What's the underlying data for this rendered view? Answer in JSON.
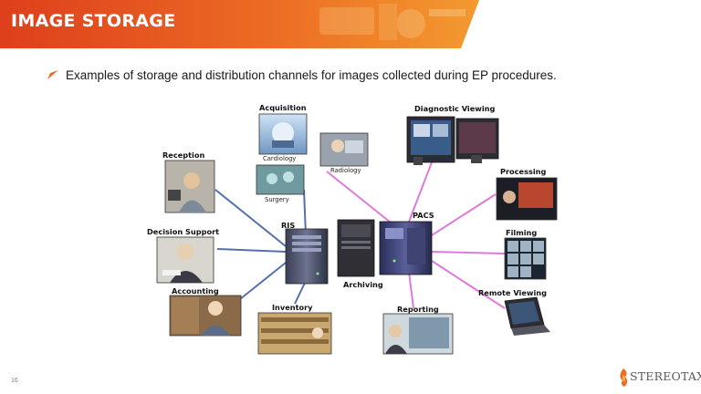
{
  "header": {
    "title": "IMAGE STORAGE",
    "colors": {
      "banner_start": "#e0421e",
      "banner_end": "#f2932d"
    }
  },
  "content": {
    "bullet_icon": "orange-arrow-bullet-icon",
    "bullet_text": "Examples of storage and distribution channels for images collected during EP procedures."
  },
  "diagram": {
    "servers": {
      "ris": "RIS",
      "archiving": "Archiving",
      "pacs": "PACS"
    },
    "ris_channels": {
      "reception": "Reception",
      "decision_support": "Decision Support",
      "accounting": "Accounting",
      "inventory": "Inventory"
    },
    "acquisition": {
      "title": "Acquisition",
      "cardiology": "Cardiology",
      "radiology": "Radiology",
      "surgery": "Surgery"
    },
    "pacs_channels": {
      "diagnostic_viewing": "Diagnostic Viewing",
      "processing": "Processing",
      "filming": "Filming",
      "remote_viewing": "Remote Viewing",
      "reporting": "Reporting"
    },
    "link_colors": {
      "ris": "#5470ad",
      "pacs": "#e07ad9"
    }
  },
  "footer": {
    "page_number": "16",
    "logo_text": "STEREOTAXIS"
  }
}
